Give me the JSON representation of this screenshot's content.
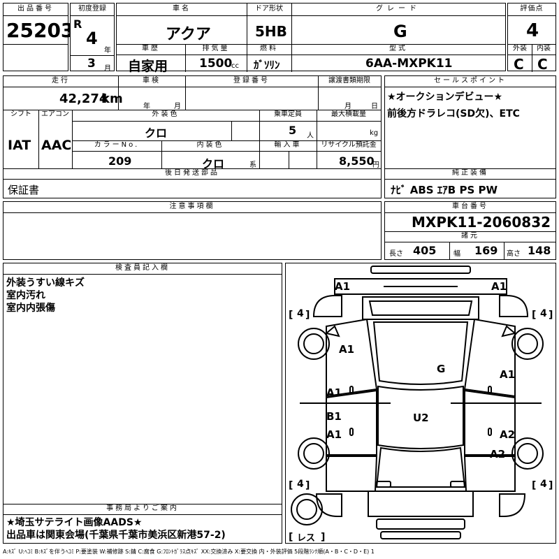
{
  "header": {
    "lot_no_label": "出品番号",
    "lot_no": "25203",
    "first_reg_label": "初度登録",
    "era": "R",
    "year": "4",
    "year_unit": "年",
    "month": "3",
    "month_unit": "月",
    "car_name_label": "車名",
    "car_name": "アクア",
    "door_label": "ドア形状",
    "door": "5HB",
    "grade_label": "グレード",
    "grade": "G",
    "score_label": "評価点",
    "score": "4",
    "history_label": "車歴",
    "history": "自家用",
    "displacement_label": "排気量",
    "displacement": "1500",
    "displacement_unit": "cc",
    "fuel_label": "燃料",
    "fuel": "ｶﾞｿﾘﾝ",
    "model_label": "型式",
    "model": "6AA-MXPK11",
    "exterior_label": "外装",
    "exterior": "C",
    "interior_label": "内装",
    "interior": "C"
  },
  "row2": {
    "mileage_label": "走行",
    "mileage": "42,274",
    "mileage_unit": "km",
    "inspection_label": "車検",
    "insp_year_unit": "年",
    "insp_month_unit": "月",
    "reg_no_label": "登録番号",
    "transfer_label": "譲渡書類期限",
    "transfer_month_unit": "月",
    "transfer_day_unit": "日",
    "shift_label": "シフト",
    "shift": "IAT",
    "ac_label": "エアコン",
    "ac": "AAC",
    "color_label": "外装色",
    "color": "クロ",
    "capacity_label": "乗車定員",
    "capacity": "5",
    "capacity_unit": "人",
    "load_label": "最大積載量",
    "load_unit": "kg",
    "color_no_label": "カラーNo.",
    "color_no": "209",
    "int_color_label": "内装色",
    "int_color": "クロ",
    "int_color_unit": "系",
    "import_label": "輸入車",
    "recycle_label": "リサイクル預託金",
    "recycle": "8,550",
    "recycle_unit": "円",
    "later_label": "後日発送部品",
    "later": "保証書"
  },
  "sales_point": {
    "label": "セールスポイント",
    "text": [
      "★オークションデビュー★",
      "前後方ドラレコ(SD欠)、ETC"
    ]
  },
  "equipment": {
    "label": "純正装備",
    "text": "ﾅﾋﾞ ABS ｴｱB PS PW"
  },
  "notes": {
    "label": "注意事項欄"
  },
  "chassis": {
    "label": "車台番号",
    "number": "MXPK11-2060832",
    "dim_label": "諸元",
    "len_label": "長さ",
    "len": "405",
    "width_label": "幅",
    "width": "169",
    "height_label": "高さ",
    "height": "148"
  },
  "inspector": {
    "label": "検査員記入欄",
    "lines": [
      "外装うすい線キズ",
      "室内汚れ",
      "室内内張傷"
    ]
  },
  "office": {
    "label": "事務局よりご案内",
    "lines": [
      "★埼玉サテライト画像AADS★",
      "出品車は関東会場(千葉県千葉市美浜区新港57-2)"
    ]
  },
  "diagram": {
    "marks": {
      "fl": "A1",
      "fr": "A1",
      "l_front_fender": "A1",
      "l_front_door": "A1",
      "l_rear_b": "B1",
      "l_rear_door": "A1",
      "r_front_door": "A1",
      "r_rear_door": "A2",
      "r_rear_fender": "A2",
      "glass": "G",
      "roof": "U2"
    },
    "tires": {
      "fl": "4",
      "fr": "4",
      "rl": "4",
      "rr": "4"
    },
    "spare": "レス"
  },
  "footer": {
    "legend": "A:ｷｽﾞ U:ﾍｺﾐ B:ｷｽﾞを伴うﾍｺﾐ P:要塗装 W:補修跡 S:錆 C:腐食 G:ﾌﾛﾝﾄｶﾞﾗｽ点ｷｽﾞ XX:交換済み X:要交換 内・外装評価 5段階ﾗﾝｸ順(A・B・C・D・E) 1"
  }
}
